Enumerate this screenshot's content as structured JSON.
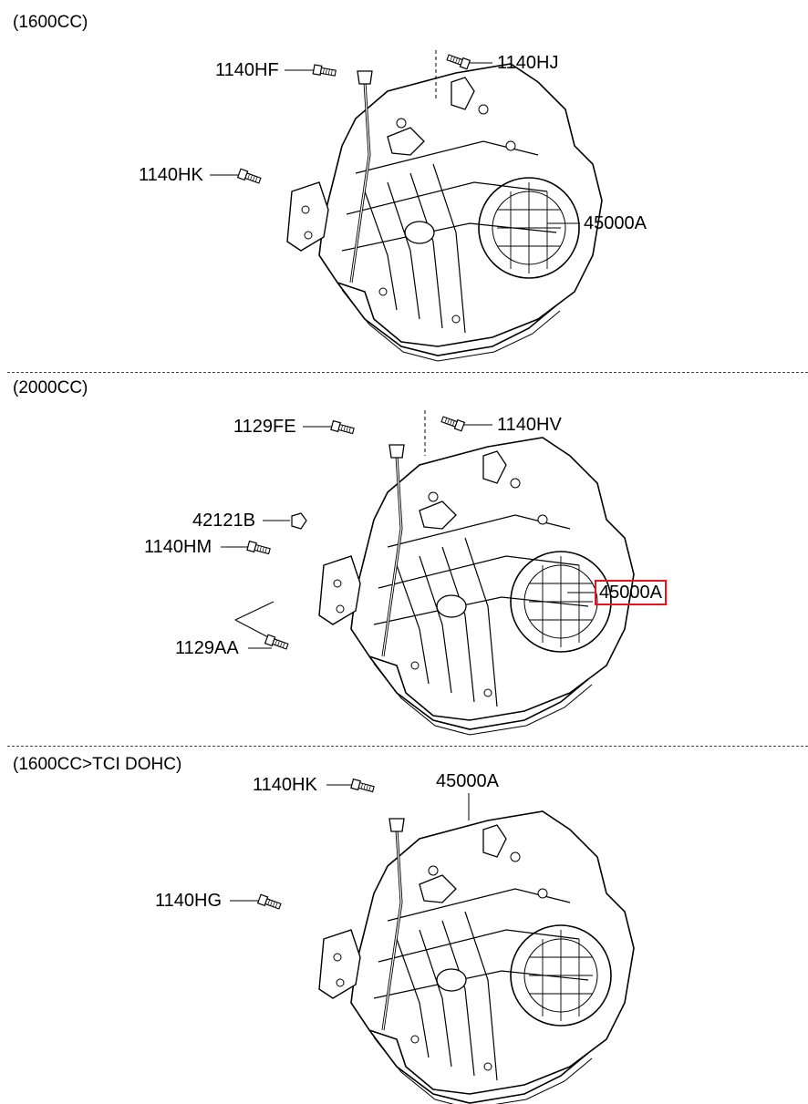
{
  "sections": [
    {
      "label": "(1600CC)",
      "parts": [
        {
          "code": "1140HF",
          "highlight": false
        },
        {
          "code": "1140HJ",
          "highlight": false
        },
        {
          "code": "1140HK",
          "highlight": false
        },
        {
          "code": "45000A",
          "highlight": false
        }
      ]
    },
    {
      "label": "(2000CC)",
      "parts": [
        {
          "code": "1129FE",
          "highlight": false
        },
        {
          "code": "1140HV",
          "highlight": false
        },
        {
          "code": "42121B",
          "highlight": false
        },
        {
          "code": "1140HM",
          "highlight": false
        },
        {
          "code": "45000A",
          "highlight": true
        },
        {
          "code": "1129AA",
          "highlight": false
        }
      ]
    },
    {
      "label": "(1600CC>TCI DOHC)",
      "parts": [
        {
          "code": "1140HK",
          "highlight": false
        },
        {
          "code": "45000A",
          "highlight": false
        },
        {
          "code": "1140HG",
          "highlight": false
        }
      ]
    }
  ],
  "colors": {
    "highlight": "#e0161c",
    "ink": "#000000"
  }
}
